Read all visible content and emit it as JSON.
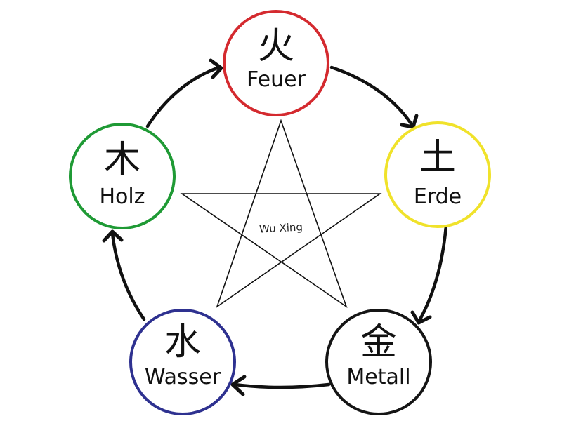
{
  "center_label": "Wu Xing",
  "elements": [
    {
      "id": "fire",
      "glyph": "火",
      "label": "Feuer",
      "color": "#d42a2f"
    },
    {
      "id": "earth",
      "glyph": "土",
      "label": "Erde",
      "color": "#f0e22a"
    },
    {
      "id": "metal",
      "glyph": "金",
      "label": "Metall",
      "color": "#151515"
    },
    {
      "id": "water",
      "glyph": "水",
      "label": "Wasser",
      "color": "#2e3190"
    },
    {
      "id": "wood",
      "glyph": "木",
      "label": "Holz",
      "color": "#1f9a35"
    }
  ],
  "cycle_arrows": [
    {
      "from": "wood",
      "to": "fire"
    },
    {
      "from": "fire",
      "to": "earth"
    },
    {
      "from": "earth",
      "to": "metal"
    },
    {
      "from": "metal",
      "to": "water"
    },
    {
      "from": "water",
      "to": "wood"
    }
  ]
}
